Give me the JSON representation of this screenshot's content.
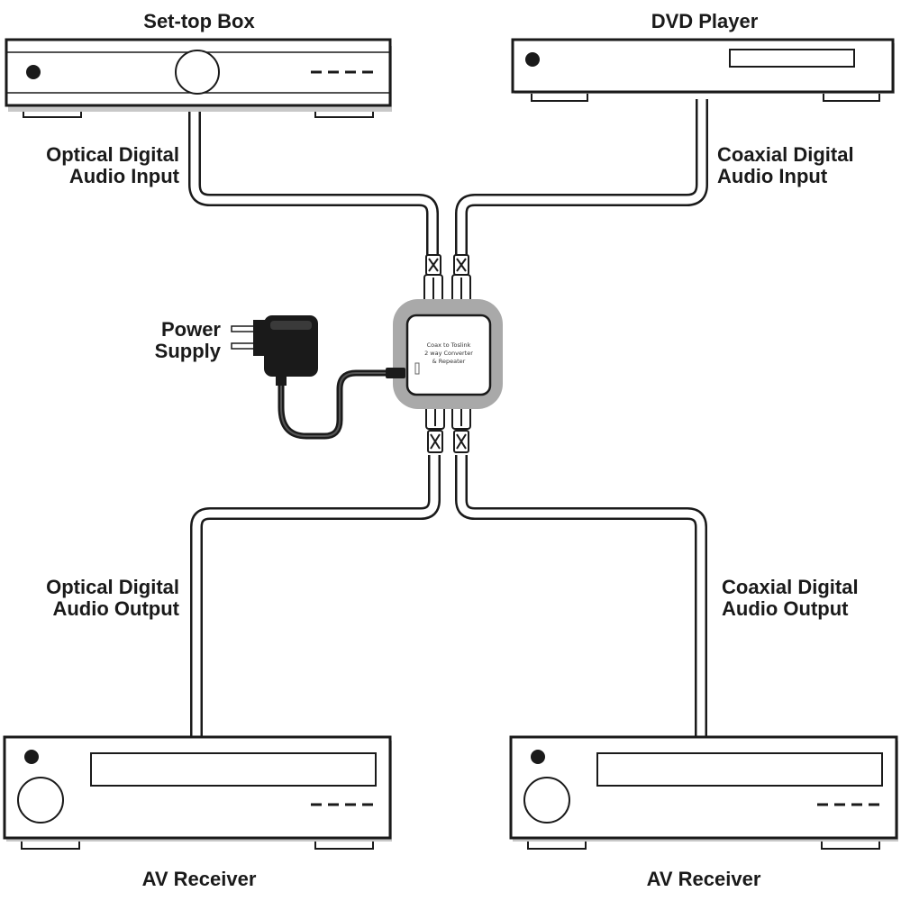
{
  "devices": {
    "set_top_box": "Set-top Box",
    "dvd_player": "DVD Player",
    "av_receiver_left": "AV Receiver",
    "av_receiver_right": "AV Receiver"
  },
  "connections": {
    "optical_input": [
      "Optical Digital",
      "Audio Input"
    ],
    "coaxial_input": [
      "Coaxial Digital",
      "Audio Input"
    ],
    "optical_output": [
      "Optical Digital",
      "Audio Output"
    ],
    "coaxial_output": [
      "Coaxial Digital",
      "Audio Output"
    ]
  },
  "power_supply": [
    "Power",
    "Supply"
  ],
  "converter_text": [
    "Coax to Toslink",
    "2 way Converter",
    "& Repeater"
  ],
  "colors": {
    "stroke": "#1a1a1a",
    "device_shadow": "#bfbfbf",
    "device_fill": "#ffffff"
  }
}
